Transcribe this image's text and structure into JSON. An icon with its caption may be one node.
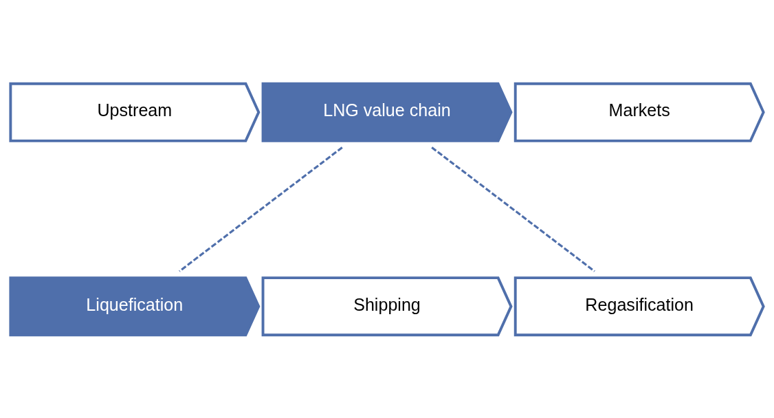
{
  "diagram": {
    "nodes": [
      {
        "text": [
          "Upstream"
        ]
      },
      {
        "text": [
          "LNG value chain"
        ]
      },
      {
        "text": [
          "Markets"
        ]
      },
      {
        "text": [
          "Liquefication"
        ]
      },
      {
        "text": [
          "Shipping"
        ]
      },
      {
        "text": [
          "Regasification"
        ]
      }
    ],
    "edges": [
      {
        "from": 1,
        "to": 3,
        "arrow": "none",
        "style": "dashed"
      },
      {
        "from": 1,
        "to": 5,
        "arrow": "none",
        "style": "dashed"
      }
    ]
  }
}
